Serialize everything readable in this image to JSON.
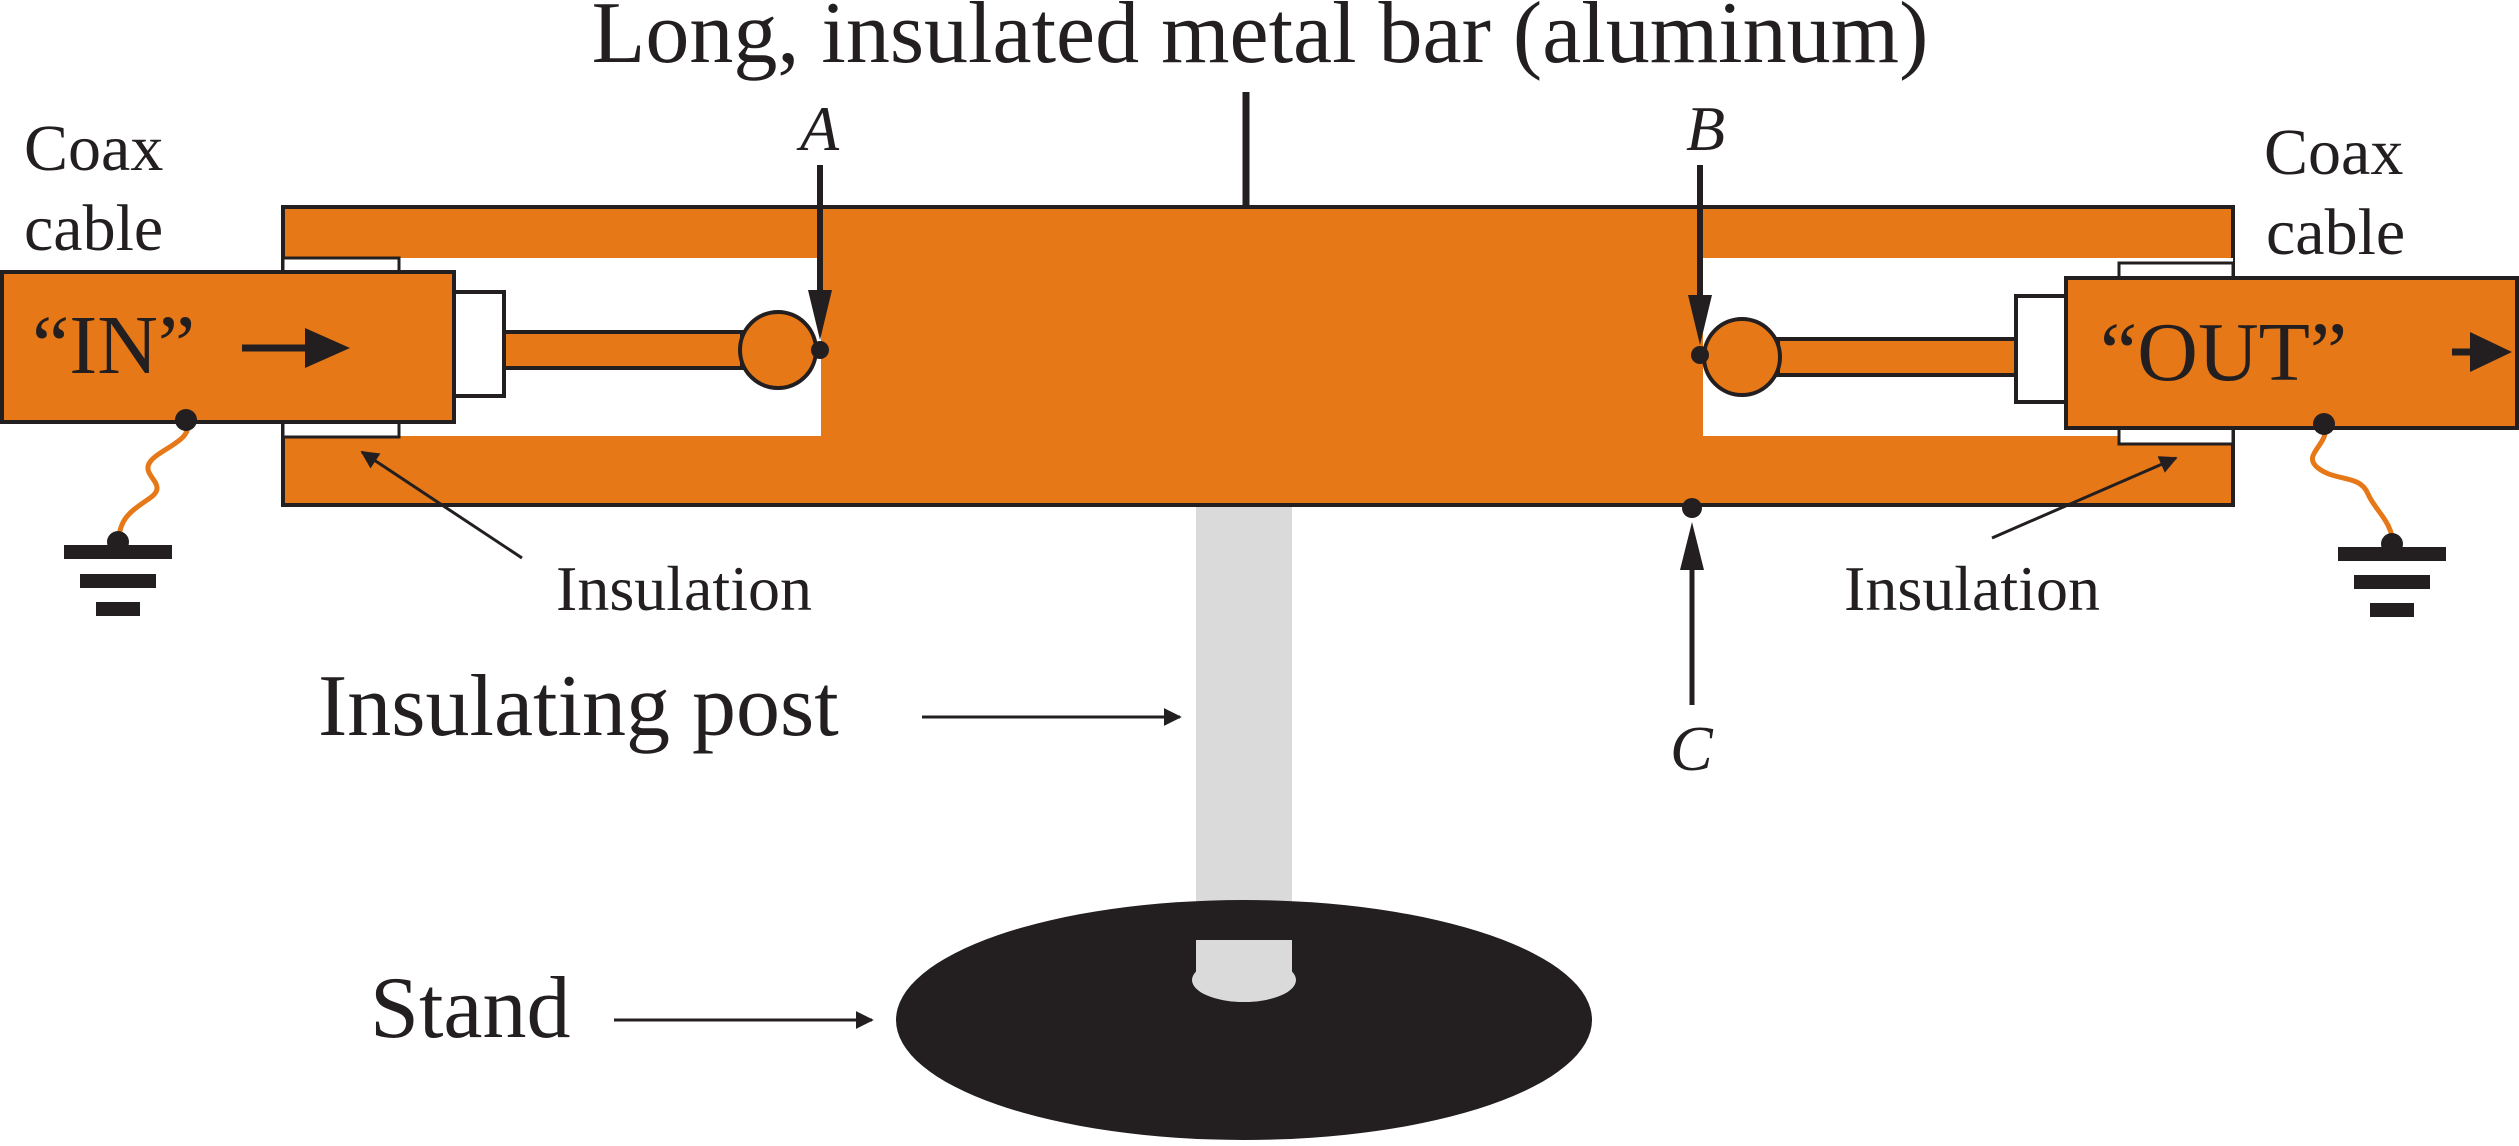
{
  "title": "Long, insulated metal bar (aluminum)",
  "labels": {
    "coax_left_line1": "Coax",
    "coax_left_line2": "cable",
    "coax_right_line1": "Coax",
    "coax_right_line2": "cable",
    "in": "“IN”",
    "out": "“OUT”",
    "point_a": "A",
    "point_b": "B",
    "point_c": "C",
    "insulation_left": "Insulation",
    "insulation_right": "Insulation",
    "post": "Insulating post",
    "stand": "Stand"
  },
  "colors": {
    "bar": "#e67817",
    "outline": "#231f20",
    "post": "#dadada",
    "stand": "#231f20",
    "white": "#ffffff"
  }
}
